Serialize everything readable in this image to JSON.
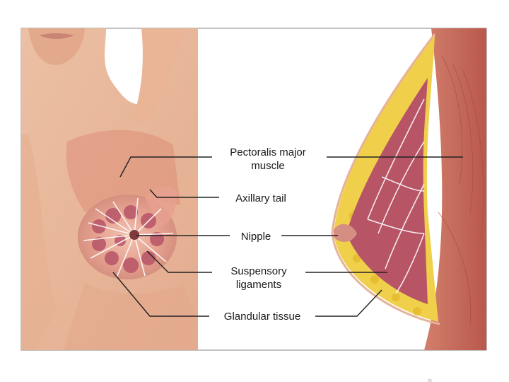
{
  "diagram": {
    "labels": {
      "pectoralis_major_line1": "Pectoralis major",
      "pectoralis_major_line2": "muscle",
      "axillary_tail": "Axillary tail",
      "nipple": "Nipple",
      "suspensory_line1": "Suspensory",
      "suspensory_line2": "ligaments",
      "glandular_tissue": "Glandular tissue"
    },
    "colors": {
      "skin": "#e9b79a",
      "skin_shadow": "#d89a7c",
      "muscle": "#c96f5f",
      "fat": "#f0d04a",
      "gland": "#b75567",
      "ligament": "#ffffff",
      "leader_line": "#222222",
      "frame": "#9a9a9a"
    }
  }
}
